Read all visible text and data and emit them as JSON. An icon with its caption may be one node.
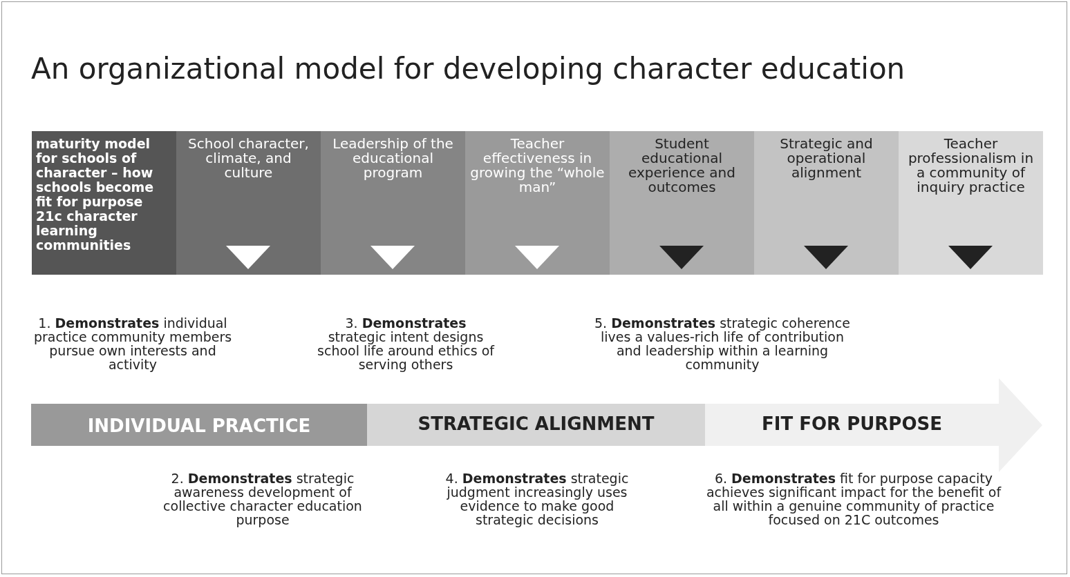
{
  "diagram": {
    "title": "An organizational model for developing character education",
    "nodes": [
      {
        "text": [
          "maturity model for schools of character – how schools become fit for purpose 21c character learning communities"
        ]
      },
      {
        "text": [
          "School character, climate, and culture"
        ]
      },
      {
        "text": [
          "Leadership of the educational program"
        ]
      },
      {
        "text": [
          "Teacher effectiveness in growing the “whole man”"
        ]
      },
      {
        "text": [
          "Student educational experience and outcomes"
        ]
      },
      {
        "text": [
          "Strategic and operational alignment"
        ]
      },
      {
        "text": [
          "Teacher professionalism in a community of inquiry practice"
        ]
      },
      {
        "text": [
          "INDIVIDUAL PRACTICE"
        ]
      },
      {
        "text": [
          "STRATEGIC ALIGNMENT"
        ]
      },
      {
        "text": [
          "FIT FOR PURPOSE"
        ]
      }
    ],
    "labels": [
      "1. **Demonstrates** individual practice community members pursue own interests and activity",
      "3. **Demonstrates** strategic intent designs school life around ethics of serving others",
      "5. **Demonstrates** strategic coherence lives a values-rich life of contribution and leadership within a learning community",
      "2. **Demonstrates** strategic awareness development of collective character education purpose",
      "4. **Demonstrates** strategic judgment increasingly uses evidence to make good strategic decisions",
      "6. **Demonstrates** fit for purpose capacity achieves significant impact for the benefit of all within a genuine community of practice focused on 21C outcomes"
    ]
  }
}
